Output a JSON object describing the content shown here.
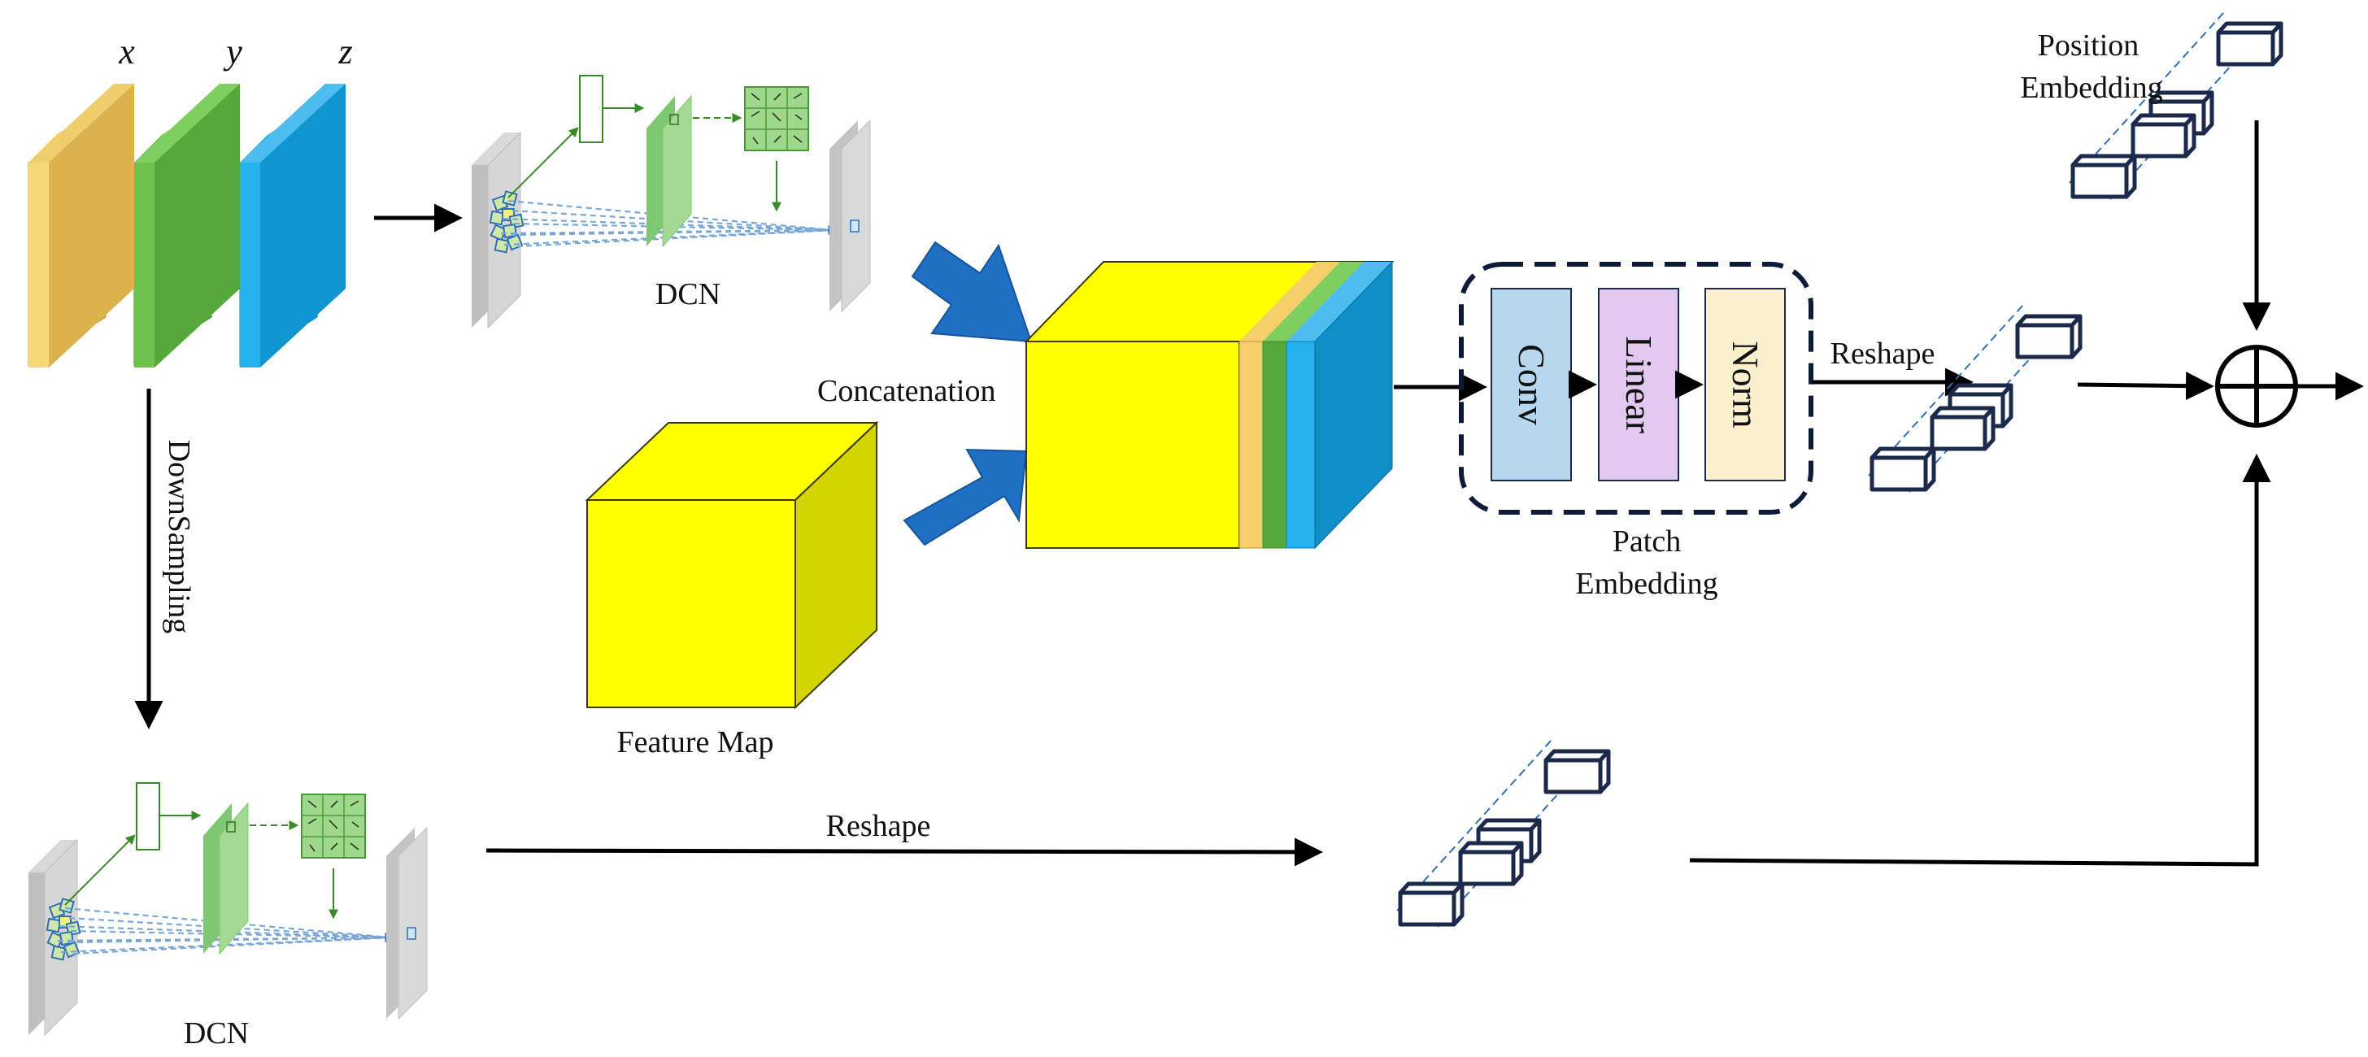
{
  "inputs": {
    "x_label": "x",
    "y_label": "y",
    "z_label": "z",
    "colors": {
      "x": "#dcb24f",
      "y": "#55a83a",
      "z": "#149ad8"
    }
  },
  "labels": {
    "dcn_top": "DCN",
    "dcn_bottom": "DCN",
    "downsampling": "DownSampling",
    "concatenation": "Concatenation",
    "feature_map": "Feature Map",
    "reshape_top": "Reshape",
    "reshape_bottom": "Reshape",
    "patch_embedding_line1": "Patch",
    "patch_embedding_line2": "Embedding",
    "position_embedding_line1": "Position",
    "position_embedding_line2": "Embedding"
  },
  "patch_embedding_blocks": [
    {
      "label": "Conv",
      "color": "#b7d7ef"
    },
    {
      "label": "Linear",
      "color": "#e3c9ef"
    },
    {
      "label": "Norm",
      "color": "#fbf0cd"
    }
  ],
  "colors": {
    "feature_yellow": "#ffff00",
    "feature_side": "#d4d400",
    "big_arrow": "#1f6fc4",
    "token_outline": "#1b2a4a",
    "dashed_link": "#2e6fb8"
  }
}
